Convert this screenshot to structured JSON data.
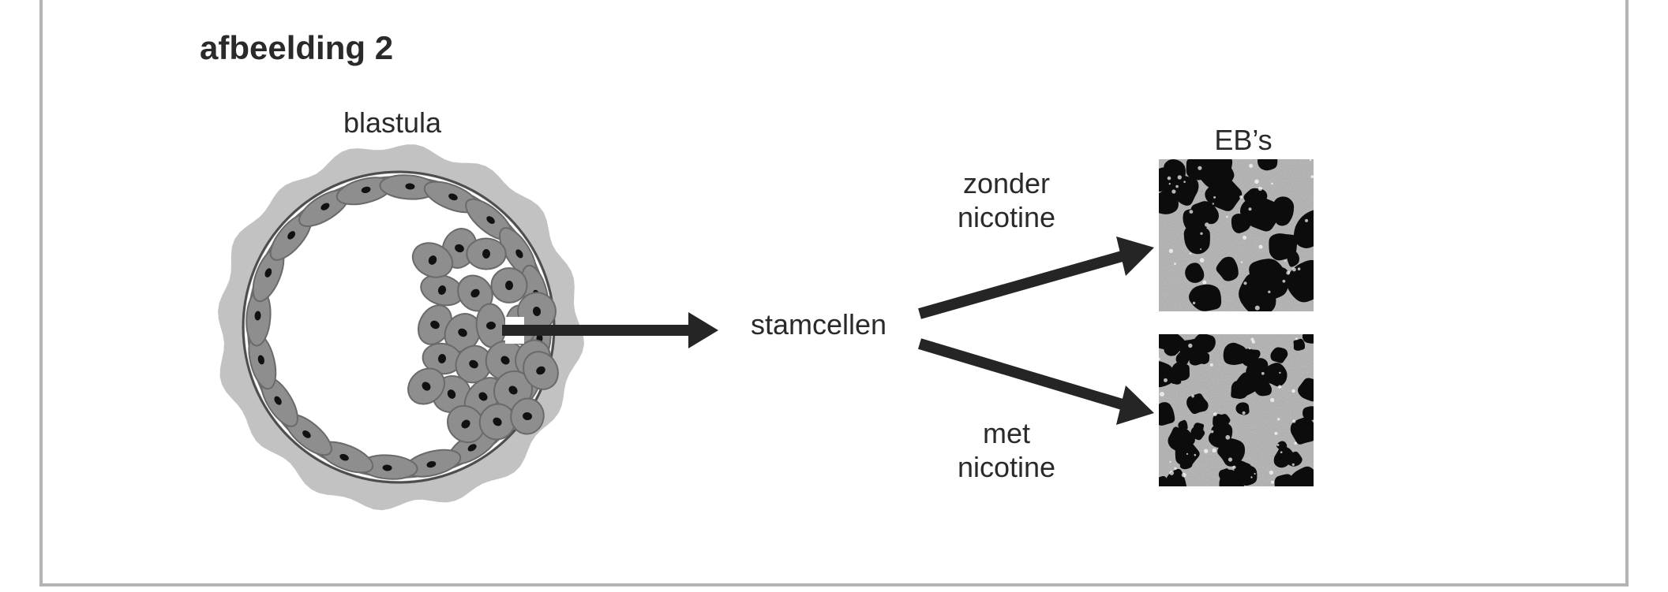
{
  "figure": {
    "title": "afbeelding 2",
    "labels": {
      "blastula": "blastula",
      "stem_cells": "stamcellen",
      "ebs": "EB’s",
      "without_nicotine": [
        "zonder",
        "nicotine"
      ],
      "with_nicotine": [
        "met",
        "nicotine"
      ]
    }
  },
  "colors": {
    "frame": "#b4b4b4",
    "zona": "#c2c2c2",
    "cell_fill": "#8e8e8e",
    "cell_dark": "#6a6a6a",
    "nucleus": "#111111",
    "arrow": "#252525",
    "micrograph_bg": "#b0b0b0",
    "eb_dark": "#0c0c0c"
  }
}
